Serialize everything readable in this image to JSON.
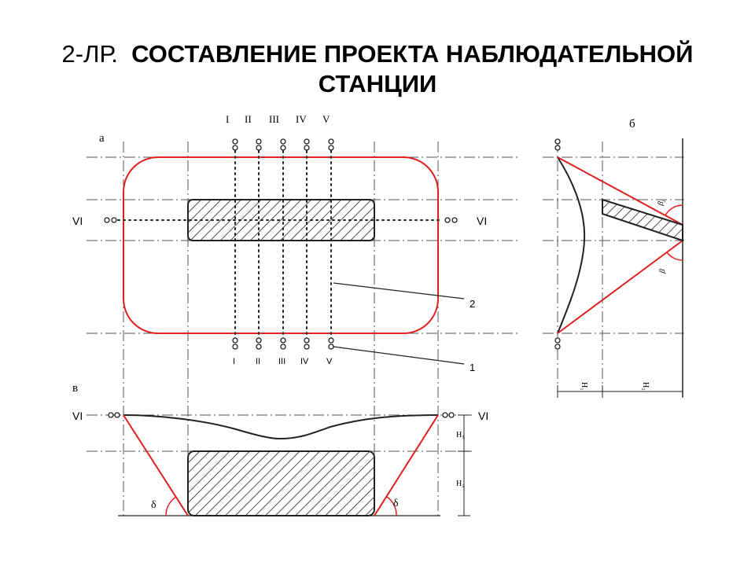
{
  "title": {
    "prefix": "2-ЛР.",
    "main": "СОСТАВЛЕНИЕ ПРОЕКТА НАБЛЮДАТЕЛЬНОЙ СТАНЦИИ"
  },
  "colors": {
    "boundary": "#e02020",
    "profile_lines": "#222222",
    "axis_lines": "#555555",
    "text": "#000000"
  },
  "view_a": {
    "label": "а",
    "line_labels_top": [
      "I",
      "II",
      "III",
      "IV",
      "V"
    ],
    "line_labels_bottom": [
      "I",
      "II",
      "III",
      "IV",
      "V"
    ],
    "cross_line_label": "VI",
    "callout_1": "1",
    "callout_2": "2"
  },
  "view_b": {
    "label": "б",
    "angle_upper": "β₁",
    "angle_lower": "β",
    "dim_1": "H₁",
    "dim_2": "H₂"
  },
  "view_v": {
    "label": "в",
    "cross_line_label": "VI",
    "dim_1": "H₁",
    "dim_2": "H₂",
    "angle_left": "δ",
    "angle_right": "δ"
  }
}
